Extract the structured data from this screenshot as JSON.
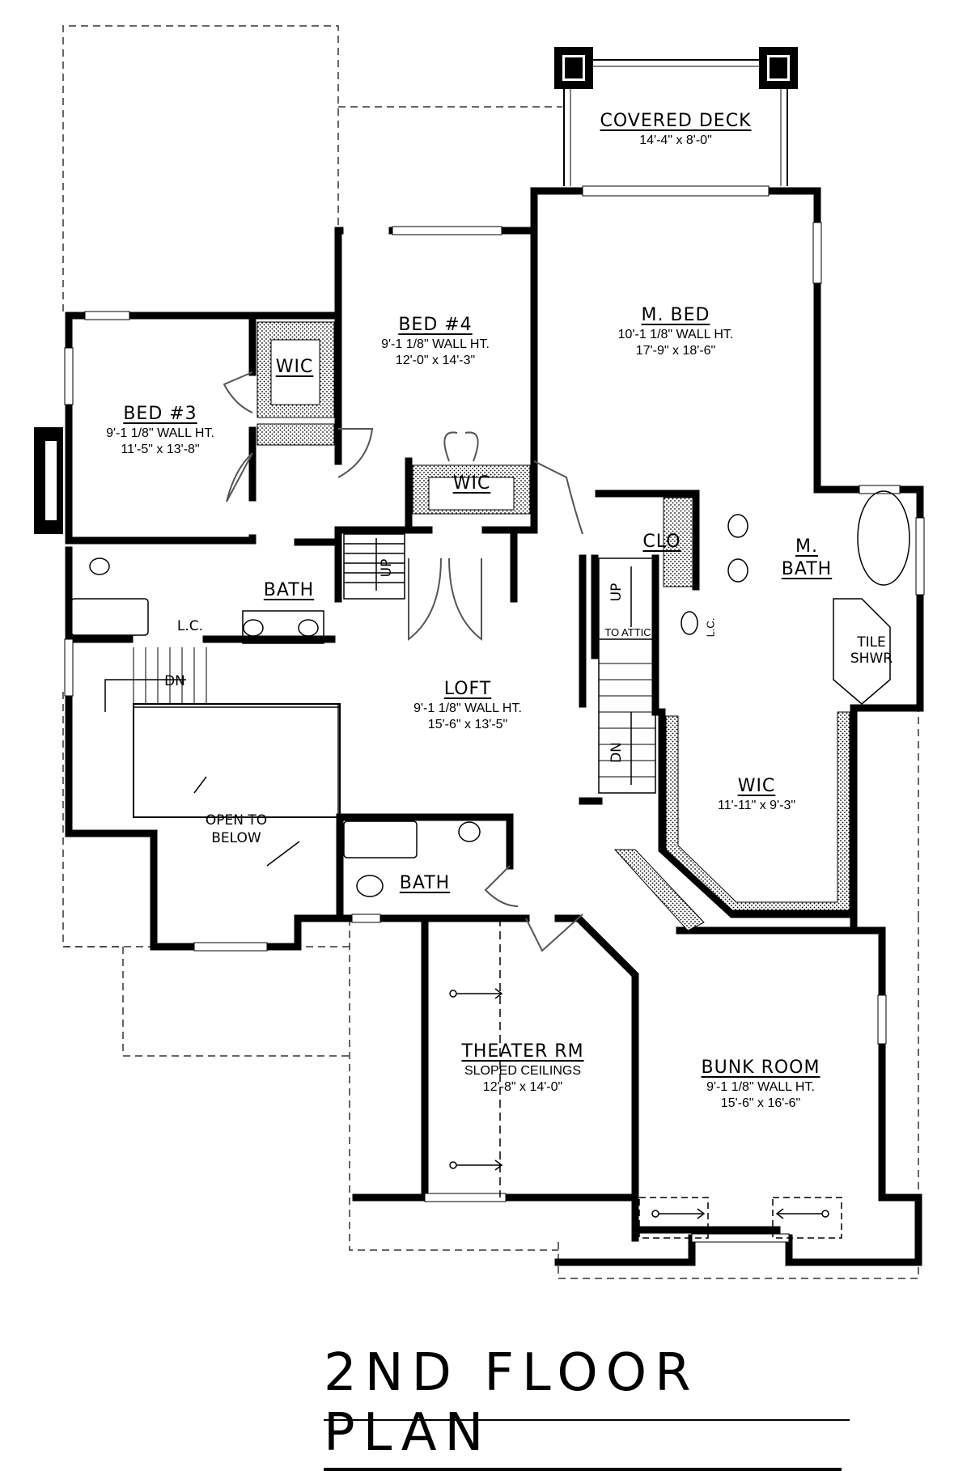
{
  "title": "2ND FLOOR PLAN",
  "rooms": {
    "covered_deck": {
      "name": "COVERED DECK",
      "dims": "14'-4\" x 8'-0\""
    },
    "bed4": {
      "name": "BED #4",
      "wall_ht": "9'-1 1/8\" WALL HT.",
      "dims": "12'-0\" x 14'-3\""
    },
    "mbed": {
      "name": "M. BED",
      "wall_ht": "10'-1 1/8\" WALL HT.",
      "dims": "17'-9\" x 18'-6\""
    },
    "bed3": {
      "name": "BED #3",
      "wall_ht": "9'-1 1/8\" WALL HT.",
      "dims": "11'-5\" x 13'-8\""
    },
    "wic_bed3": {
      "name": "WIC"
    },
    "wic_bed4": {
      "name": "WIC"
    },
    "bath_upper": {
      "name": "BATH"
    },
    "lc_bath": {
      "name": "L.C."
    },
    "clo": {
      "name": "CLO"
    },
    "mbath": {
      "name": "M. BATH"
    },
    "lc_mbath": {
      "name": "L.C."
    },
    "tile_shwr": {
      "name": "TILE SHWR"
    },
    "loft": {
      "name": "LOFT",
      "wall_ht": "9'-1 1/8\" WALL HT.",
      "dims": "15'-6\" x 13'-5\""
    },
    "wic_master": {
      "name": "WIC",
      "dims": "11'-11\" x 9'-3\""
    },
    "open_to_below": {
      "name": "OPEN TO BELOW"
    },
    "bath_lower": {
      "name": "BATH"
    },
    "theater": {
      "name": "THEATER RM",
      "ceiling": "SLOPED CEILINGS",
      "dims": "12'-8\" x 14'-0\""
    },
    "bunk": {
      "name": "BUNK ROOM",
      "wall_ht": "9'-1 1/8\" WALL HT.",
      "dims": "15'-6\" x 16'-6\""
    }
  },
  "stairs": {
    "up_main": "UP",
    "up_attic": "UP",
    "to_attic": "TO ATTIC",
    "dn_left": "DN",
    "dn_center": "DN"
  }
}
